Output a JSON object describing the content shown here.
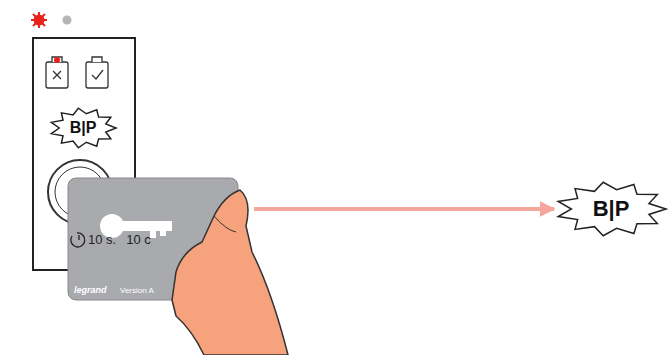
{
  "diagram": {
    "nodes": [
      {
        "text": [
          "B|P"
        ]
      },
      {
        "text": [
          "legrand",
          "Version A"
        ]
      },
      {
        "text": [
          "B|P"
        ]
      }
    ],
    "edges": [
      {
        "from": 1,
        "to": 2,
        "arrow": "to"
      }
    ],
    "labels": [
      "10 s.",
      "10 c"
    ]
  }
}
